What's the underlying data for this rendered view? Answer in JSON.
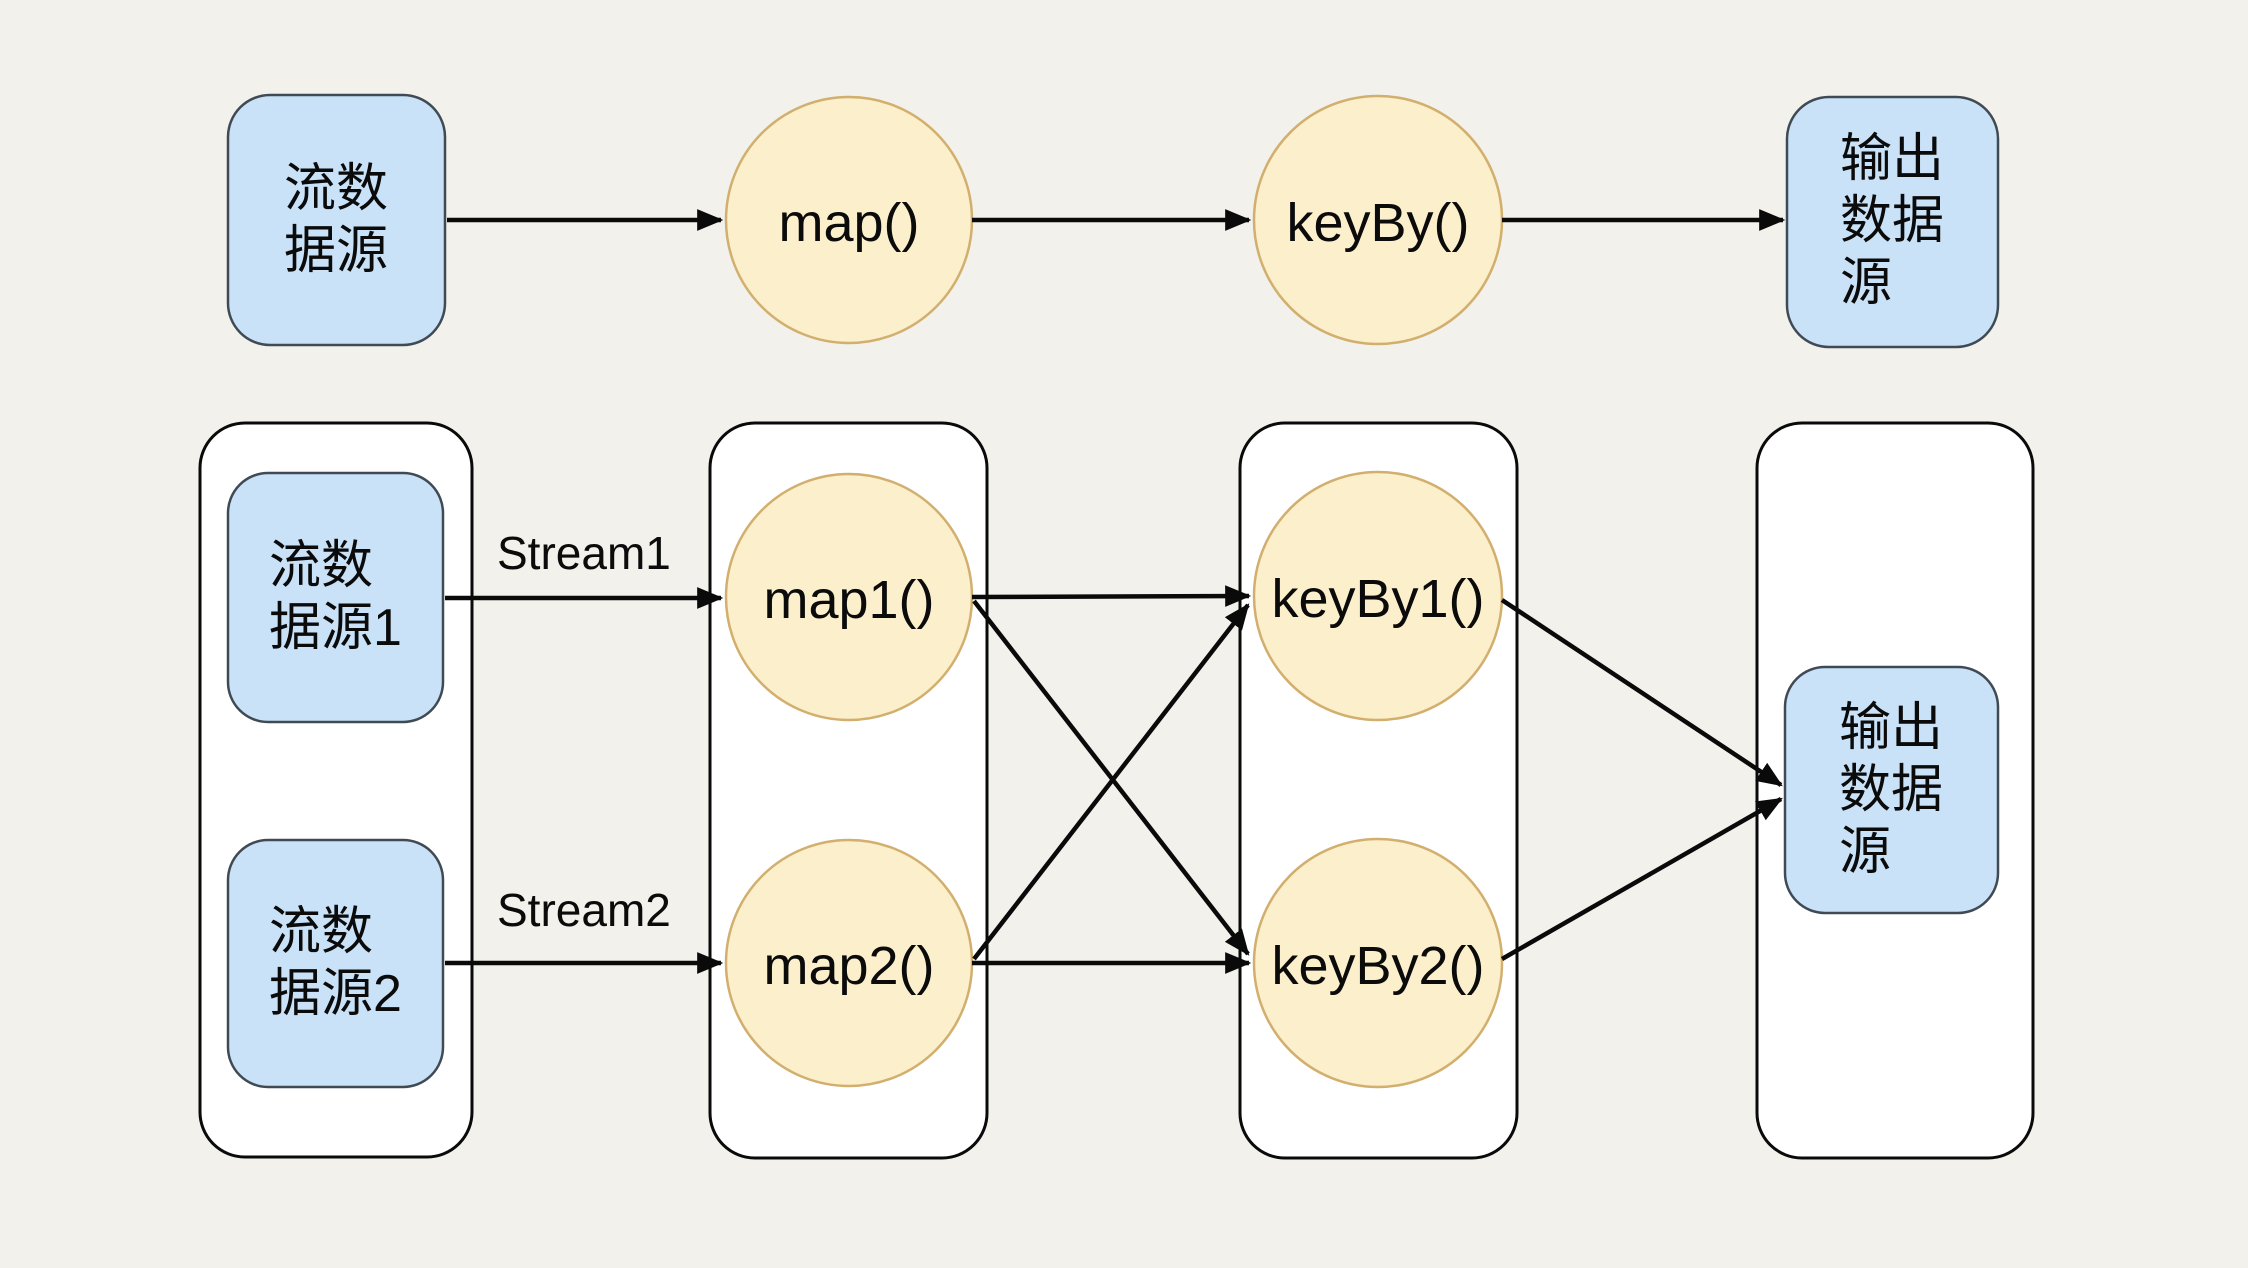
{
  "colors": {
    "bg": "#F2F1EB",
    "container_fill": "#FFFFFF",
    "container_stroke": "#0A0A0A",
    "node_blue_fill": "#C9E2F8",
    "node_blue_stroke": "#3F4A55",
    "node_yellow_fill": "#FCEFCB",
    "node_yellow_stroke": "#D2AF6E",
    "arrow_color": "#0A0A0A",
    "text_color": "#0B0B0B"
  },
  "top_flow": {
    "source": {
      "lines": [
        "流数",
        "据源"
      ]
    },
    "map": {
      "label": "map()"
    },
    "keyby": {
      "label": "keyBy()"
    },
    "sink": {
      "lines": [
        "输出",
        "数据",
        "源"
      ]
    }
  },
  "bottom_flow": {
    "sources": [
      {
        "lines": [
          "流数",
          "据源1"
        ]
      },
      {
        "lines": [
          "流数",
          "据源2"
        ]
      }
    ],
    "stream_labels": [
      "Stream1",
      "Stream2"
    ],
    "maps": [
      {
        "label": "map1()"
      },
      {
        "label": "map2()"
      }
    ],
    "keybys": [
      {
        "label": "keyBy1()"
      },
      {
        "label": "keyBy2()"
      }
    ],
    "sink": {
      "lines": [
        "输出",
        "数据",
        "源"
      ]
    }
  }
}
